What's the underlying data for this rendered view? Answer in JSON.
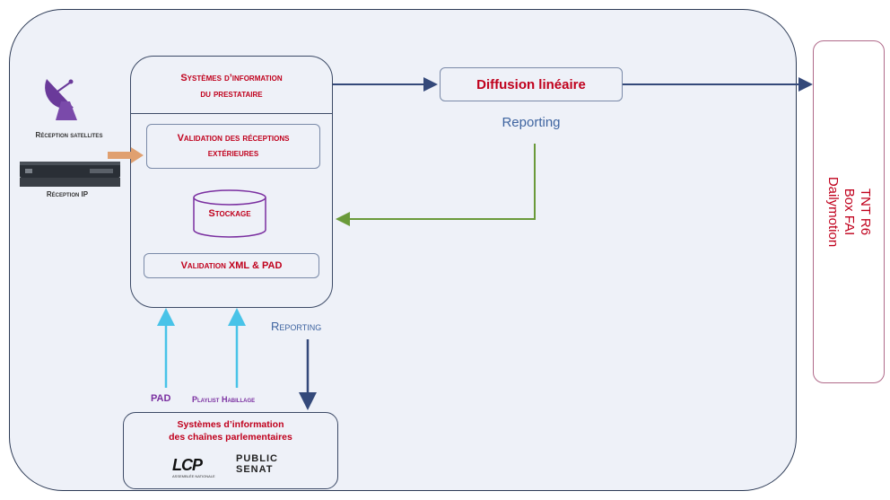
{
  "prestataire": {
    "title_line1": "Systèmes d’information",
    "title_line2": "du prestataire"
  },
  "validation_receptions": {
    "line1": "Validation des réceptions",
    "line2": "extérieures"
  },
  "stockage": {
    "label": "Stockage"
  },
  "validation_xml": {
    "label": "Validation XML & PAD"
  },
  "diffusion": {
    "label": "Diffusion linéaire"
  },
  "reporting_top": {
    "label": "Reporting"
  },
  "reporting_bottom": {
    "label": "Reporting"
  },
  "reception": {
    "satellite": "Réception satellites",
    "ip": "Réception IP"
  },
  "inputs": {
    "pad": "PAD",
    "playlist": "Playlist Habillage"
  },
  "si_parlementaires": {
    "line1": "Systèmes d’information",
    "line2": "des chaînes parlementaires"
  },
  "logos": {
    "lcp": "LCP",
    "lcp_sub": "ASSEMBLÉE NATIONALE",
    "senat_line1": "PUBLIC",
    "senat_line2": "SENAT"
  },
  "destinations": {
    "line1": "TNT R6",
    "line2": "Box FAI",
    "line3": "Dailymotion"
  },
  "colors": {
    "accent_red": "#c0001c",
    "reporting_blue": "#3e64a0",
    "arrow_navy": "#34497a",
    "arrow_green": "#6a9a3a",
    "arrow_cyan": "#48c3e8",
    "arrow_orange": "#e0a070",
    "purple": "#7a2fa0"
  },
  "icons": {
    "satellite": "satellite-dish-icon",
    "ip_receiver": "ip-receiver-icon",
    "database": "database-icon"
  }
}
